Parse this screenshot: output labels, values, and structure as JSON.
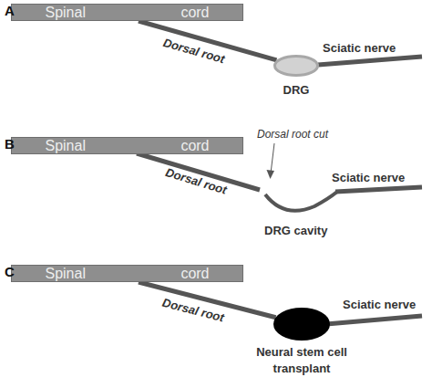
{
  "diagram": {
    "nodes": [
      {
        "text": [
          "Spinal cord"
        ]
      },
      {
        "text": [
          "DRG"
        ]
      },
      {
        "text": [
          "Spinal cord"
        ]
      },
      {
        "text": [
          "Spinal cord"
        ]
      },
      {
        "text": [
          "Neural stem cell transplant"
        ]
      }
    ],
    "edges": [
      {
        "from": 0,
        "to": 1,
        "arrow": "none",
        "label": "Dorsal root"
      },
      {
        "from": 3,
        "to": 4,
        "arrow": "none",
        "label": "Dorsal root"
      }
    ],
    "labels": [
      "A",
      "Sciatic nerve",
      "B",
      "Dorsal root",
      "Dorsal root cut",
      "Sciatic nerve",
      "DRG cavity",
      "C",
      "Sciatic nerve"
    ]
  }
}
